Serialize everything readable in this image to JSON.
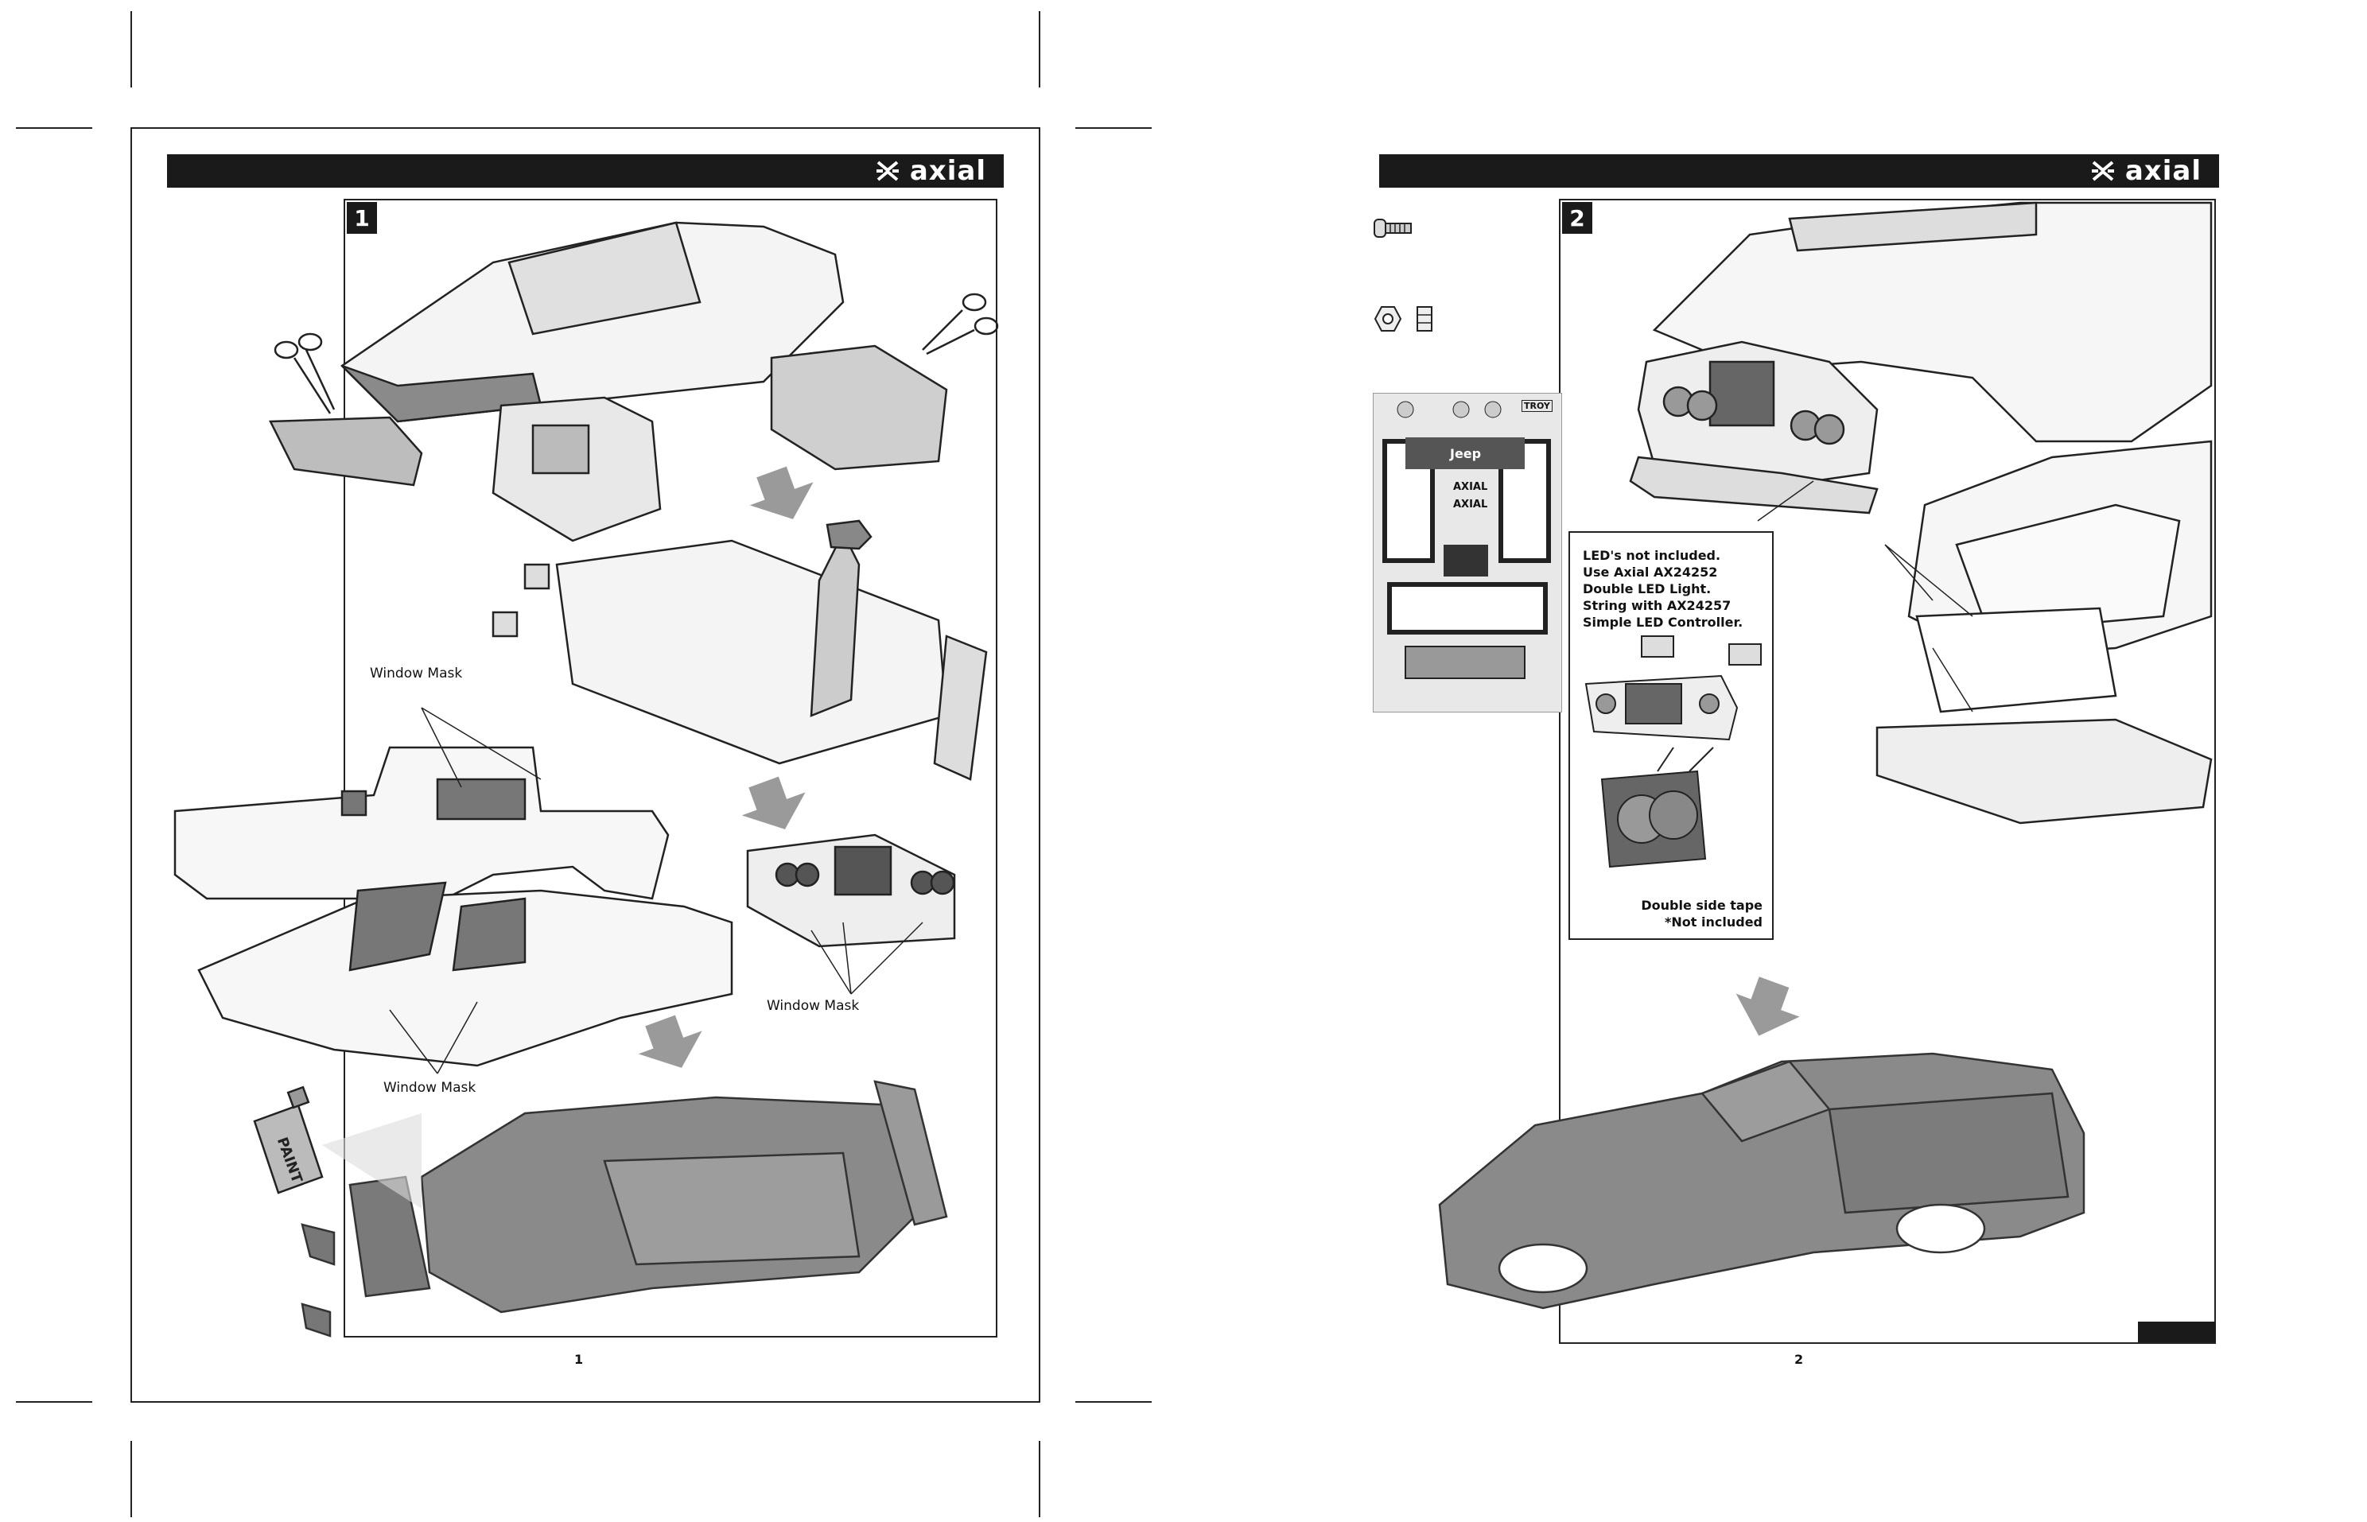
{
  "brand_name": "axial",
  "pages": [
    {
      "step_number": "1",
      "labels": {
        "window_mask_top": "Window Mask",
        "window_mask_right": "Window Mask",
        "window_mask_bottom": "Window Mask",
        "paint_can": "PAINT"
      },
      "page_number": "1"
    },
    {
      "step_number": "2",
      "sticker_sheet_text": {
        "jeep_1": "Jeep",
        "axial_1": "AXIAL",
        "axial_2": "AXIAL",
        "troy": "TROY"
      },
      "note_lines": [
        "LED's not included.",
        "Use Axial AX24252",
        "Double LED Light.",
        "String with AX24257",
        "Simple LED Controller."
      ],
      "tape_note": [
        "Double side tape",
        "*Not included"
      ],
      "page_number": "2"
    }
  ],
  "colors": {
    "header": "#1a1a1a",
    "arrow": "#9a9a9a",
    "body_shaded": "#8a8a8a",
    "outline": "#222222"
  }
}
